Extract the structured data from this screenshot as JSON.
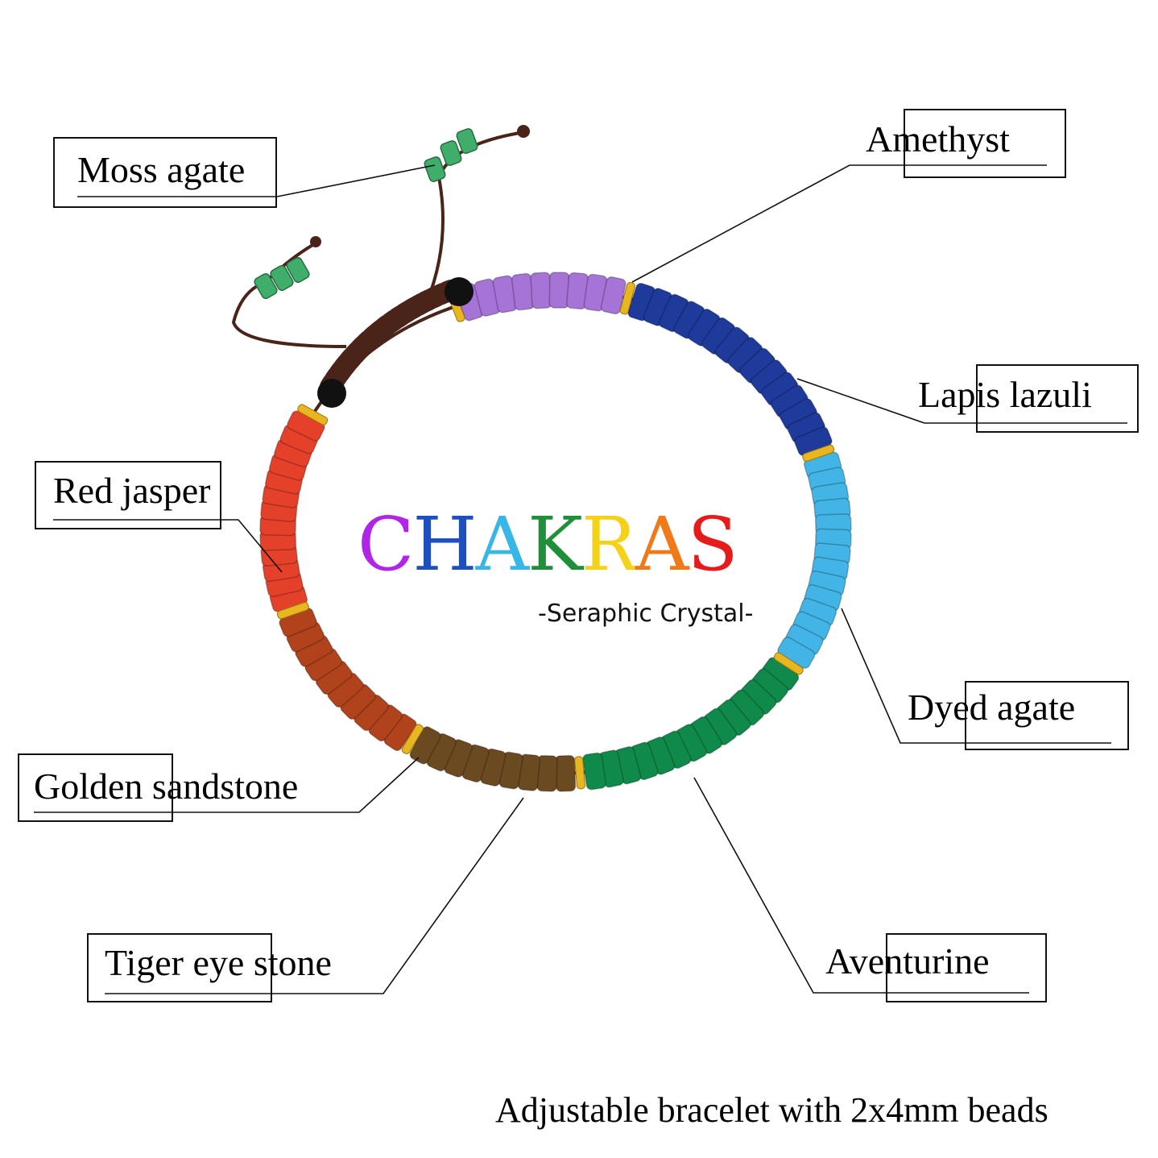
{
  "title": {
    "text": "CHAKRAS",
    "letters": [
      {
        "char": "C",
        "color": "#b026e8"
      },
      {
        "char": "H",
        "color": "#1f4fbf"
      },
      {
        "char": "A",
        "color": "#38b6e6"
      },
      {
        "char": "K",
        "color": "#1f8f3a"
      },
      {
        "char": "R",
        "color": "#f4d21a"
      },
      {
        "char": "A",
        "color": "#f07a1a"
      },
      {
        "char": "S",
        "color": "#e61c1c"
      }
    ]
  },
  "subtitle": "-Seraphic Crystal-",
  "footer": "Adjustable bracelet with 2x4mm beads",
  "labels": {
    "moss_agate": "Moss agate",
    "amethyst": "Amethyst",
    "lapis_lazuli": "Lapis lazuli",
    "red_jasper": "Red jasper",
    "dyed_agate": "Dyed agate",
    "golden_sandstone": "Golden sandstone",
    "tiger_eye_stone": "Tiger eye stone",
    "aventurine": "Aventurine"
  },
  "colors": {
    "amethyst": "#a673d6",
    "lapis": "#1e3a9a",
    "dyed_agate": "#43b4e6",
    "aventurine": "#0f8a4a",
    "tiger_eye": "#6b4a22",
    "sandstone": "#b0431c",
    "red_jasper": "#e5402a",
    "gold": "#e8b620",
    "cord": "#4a2418",
    "black_bead": "#111111",
    "moss": "#3fae6a"
  }
}
